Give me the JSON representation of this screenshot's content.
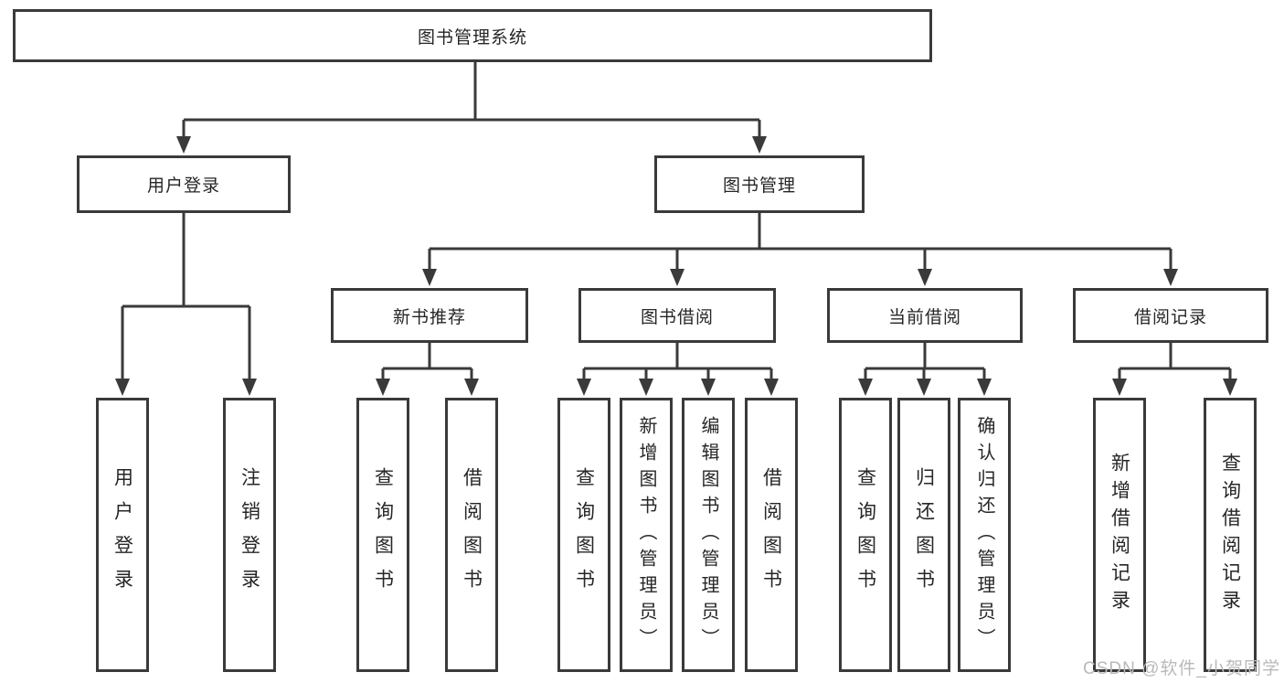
{
  "diagram": {
    "root": {
      "label": "图书管理系统"
    },
    "branches": [
      {
        "label": "用户登录",
        "children": [
          {
            "label": "用户登录"
          },
          {
            "label": "注销登录"
          }
        ]
      },
      {
        "label": "图书管理",
        "children": [
          {
            "label": "新书推荐",
            "children": [
              {
                "label": "查询图书"
              },
              {
                "label": "借阅图书"
              }
            ]
          },
          {
            "label": "图书借阅",
            "children": [
              {
                "label": "查询图书"
              },
              {
                "label": "新增图书（管理员）"
              },
              {
                "label": "编辑图书（管理员）"
              },
              {
                "label": "借阅图书"
              }
            ]
          },
          {
            "label": "当前借阅",
            "children": [
              {
                "label": "查询图书"
              },
              {
                "label": "归还图书"
              },
              {
                "label": "确认归还（管理员）"
              }
            ]
          },
          {
            "label": "借阅记录",
            "children": [
              {
                "label": "新增借阅记录"
              },
              {
                "label": "查询借阅记录"
              }
            ]
          }
        ]
      }
    ]
  },
  "watermark": {
    "text": "CSDN @软件_小贺同学"
  },
  "colors": {
    "line": "#3a3a3a",
    "box_border": "#3a3a3a",
    "box_fill": "#ffffff",
    "text": "#262626",
    "watermark": "#b9b9b9",
    "background": "#ffffff"
  }
}
